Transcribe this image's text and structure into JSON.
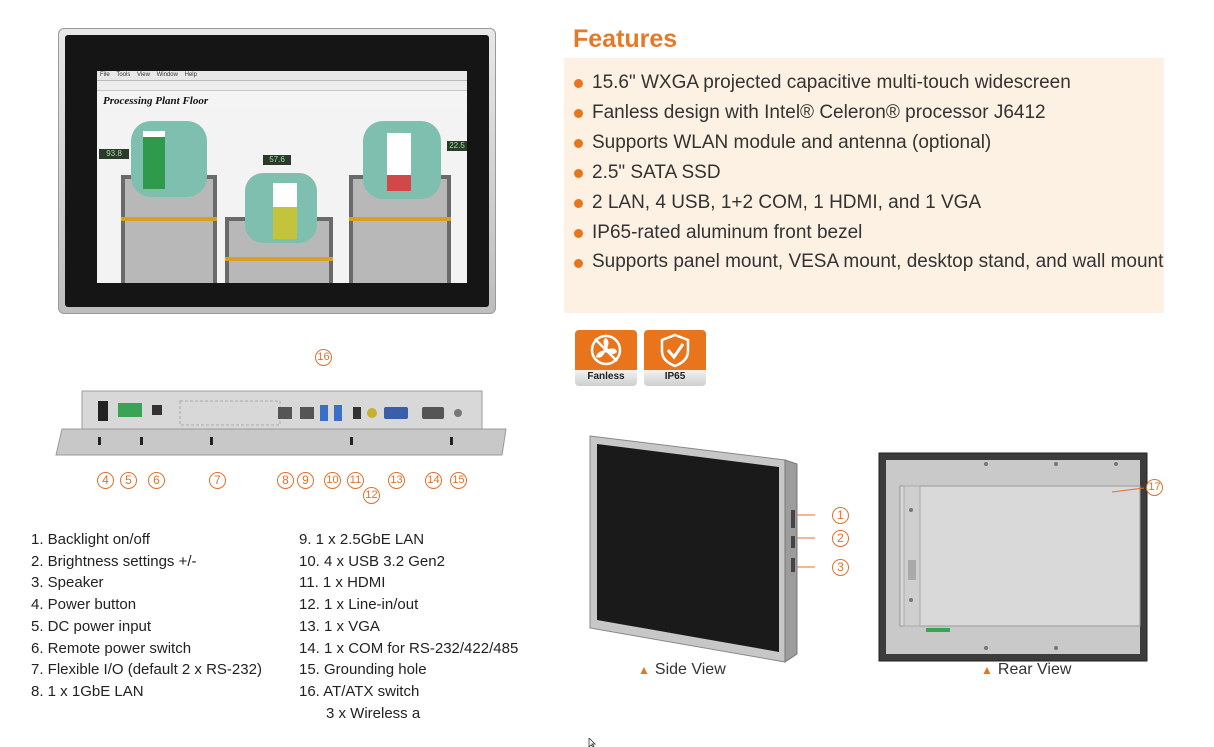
{
  "screen": {
    "menu": [
      "File",
      "Tools",
      "View",
      "Window",
      "Help"
    ],
    "title": "Processing Plant Floor",
    "readouts": [
      "93.8",
      "57.6",
      "22.5"
    ]
  },
  "features": {
    "title": "Features",
    "items": [
      "15.6\" WXGA projected capacitive multi-touch widescreen",
      "Fanless design with Intel® Celeron® processor J6412",
      "Supports WLAN module and antenna (optional)",
      "2.5\" SATA SSD",
      "2 LAN, 4 USB, 1+2 COM, 1 HDMI, and 1 VGA",
      "IP65-rated aluminum front bezel",
      "Supports panel mount, VESA mount, desktop stand, and wall mount"
    ]
  },
  "badges": [
    {
      "label": "Fanless",
      "icon": "fan-icon"
    },
    {
      "label": "IP65",
      "icon": "shield-check-icon"
    }
  ],
  "callouts": {
    "io": [
      "4",
      "5",
      "6",
      "7",
      "8",
      "9",
      "10",
      "11",
      "12",
      "13",
      "14",
      "15",
      "16"
    ],
    "side": [
      "1",
      "2",
      "3"
    ],
    "rear": [
      "17"
    ]
  },
  "io_list": {
    "left": [
      "1. Backlight on/off",
      "2. Brightness settings +/-",
      "3. Speaker",
      "4. Power button",
      "5. DC power input",
      "6. Remote power switch",
      "7. Flexible I/O (default 2 x RS-232)",
      "8. 1 x 1GbE LAN"
    ],
    "right": [
      "9. 1 x 2.5GbE LAN",
      "10. 4 x USB 3.2 Gen2",
      "11. 1 x HDMI",
      "12. 1 x Line-in/out",
      "13. 1 x VGA",
      "14. 1 x COM for RS-232/422/485",
      "15. Grounding hole",
      "16. AT/ATX switch",
      "3 x Wireless a"
    ]
  },
  "views": {
    "side": "Side View",
    "rear": "Rear View"
  },
  "colors": {
    "accent": "#e8741c",
    "feature_bg": "#fdf1e3",
    "title": "#e27a2a"
  }
}
